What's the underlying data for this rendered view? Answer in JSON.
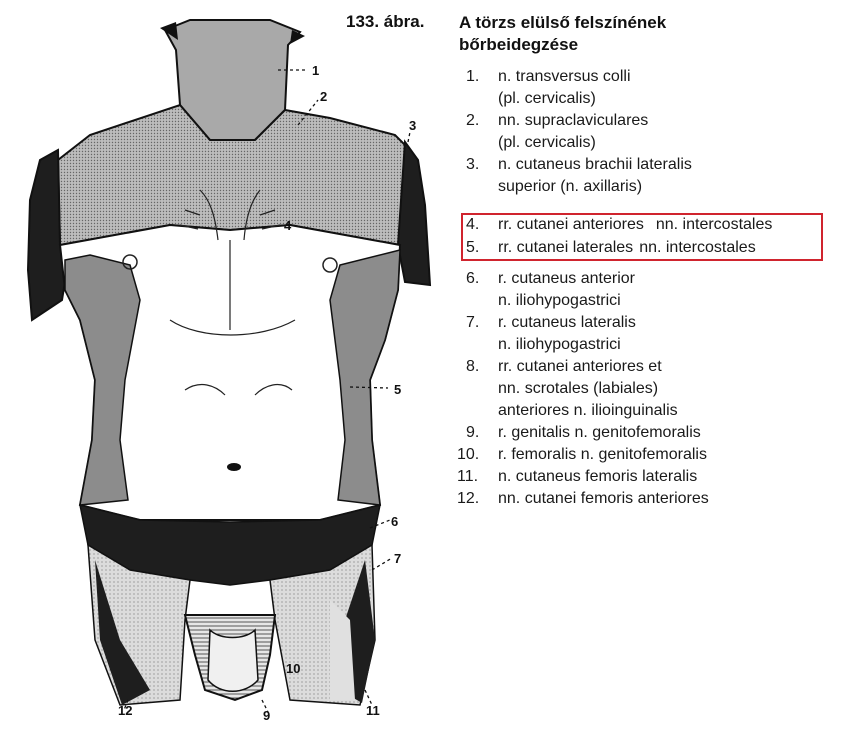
{
  "caption": {
    "number": "133. ábra.",
    "title_line1": "A törzs elülső felszínének",
    "title_line2": "bőrbeidegzése"
  },
  "callouts": [
    "1",
    "2",
    "3",
    "4",
    "5",
    "6",
    "7",
    "9",
    "10",
    "11",
    "12"
  ],
  "legend": {
    "items": [
      {
        "num": "1.",
        "lines": [
          "n. transversus colli",
          "(pl. cervicalis)"
        ]
      },
      {
        "num": "2.",
        "lines": [
          "nn. supraclaviculares",
          "(pl. cervicalis)"
        ]
      },
      {
        "num": "3.",
        "lines": [
          "n. cutaneus brachii lateralis",
          "superior (n. axillaris)"
        ]
      },
      {
        "num": "4.",
        "a": "rr. cutanei anteriores",
        "b": "nn. intercostales"
      },
      {
        "num": "5.",
        "a": "rr. cutanei laterales",
        "b": "nn. intercostales"
      },
      {
        "num": "6.",
        "lines": [
          "r. cutaneus anterior",
          "n. iliohypogastrici"
        ]
      },
      {
        "num": "7.",
        "lines": [
          "r. cutaneus lateralis",
          "n. iliohypogastrici"
        ]
      },
      {
        "num": "8.",
        "lines": [
          "rr. cutanei anteriores et",
          "nn. scrotales (labiales)",
          "anteriores n. ilioinguinalis"
        ]
      },
      {
        "num": "9.",
        "lines": [
          "r. genitalis n. genitofemoralis"
        ]
      },
      {
        "num": "10.",
        "lines": [
          "r. femoralis n. genitofemoralis"
        ]
      },
      {
        "num": "11.",
        "lines": [
          "n. cutaneus femoris lateralis"
        ]
      },
      {
        "num": "12.",
        "lines": [
          "nn. cutanei femoris anteriores"
        ]
      }
    ]
  },
  "colors": {
    "highlight": "#d0242e",
    "dark_region": "#1e1e1e",
    "mid_region": "#8c8c8c",
    "light_region": "#cfcfcf"
  }
}
